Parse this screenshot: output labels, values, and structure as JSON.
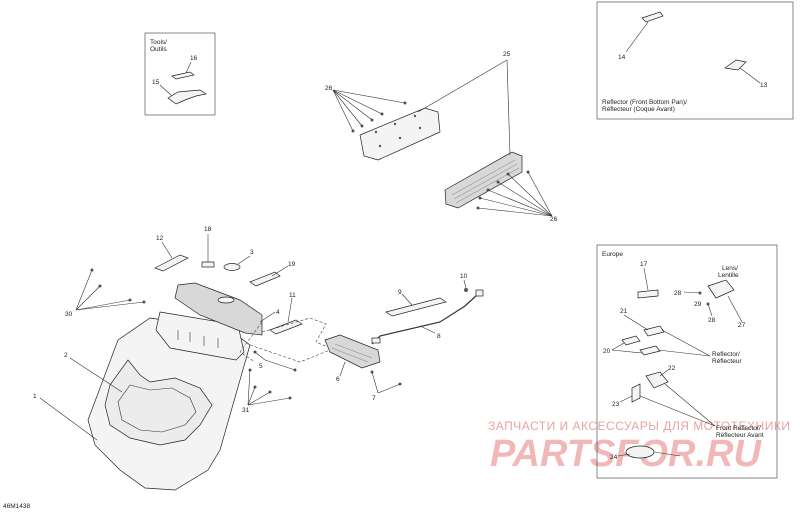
{
  "drawing_code": "46M1438",
  "watermark": {
    "top": "ЗАПЧАСТИ И АКСЕССУАРЫ ДЛЯ МОТОТЕХНИКИ",
    "main": "PARTSFOR.RU"
  },
  "boxes": {
    "tools": {
      "title": "Tools/",
      "subtitle": "Outils"
    },
    "reflector": {
      "line1": "Reflector (Front Bottom Pan)/",
      "line2": "Réflecteur (Coque Avant)"
    },
    "europe": {
      "title": "Europe",
      "lens1": "Lens/",
      "lens2": "Lentille",
      "refl1": "Reflector/",
      "refl2": "Réflecteur",
      "front1": "Front Reflector/",
      "front2": "Réflecteur Avant"
    }
  },
  "callouts": {
    "c1": "1",
    "c2": "2",
    "c3": "3",
    "c4": "4",
    "c5": "5",
    "c6": "6",
    "c7": "7",
    "c8": "8",
    "c9": "9",
    "c10": "10",
    "c11": "11",
    "c12": "12",
    "c13": "13",
    "c14": "14",
    "c15": "15",
    "c16": "16",
    "c17": "17",
    "c18": "18",
    "c19": "19",
    "c20": "20",
    "c21": "21",
    "c22": "22",
    "c23": "23",
    "c24": "24",
    "c25": "25",
    "c26": "26",
    "c27": "27",
    "c28": "28",
    "c29": "29",
    "c30": "30",
    "c31": "31"
  }
}
